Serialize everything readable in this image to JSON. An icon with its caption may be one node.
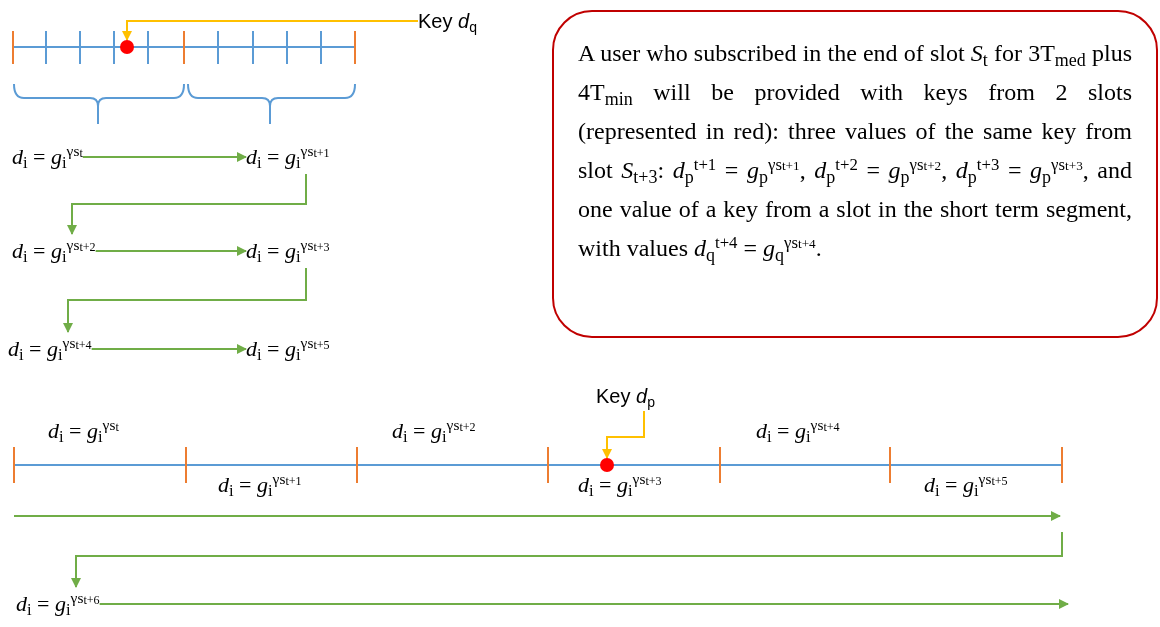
{
  "diagram": {
    "nodes": [
      {
        "text": [
          "Key *d*$_{q}$"
        ]
      },
      {
        "text": [],
        "shape": "circle"
      },
      {
        "text": [
          "*d*$_{i}$ = *g*$_{i}$$^{γs}$$_{t}$"
        ]
      },
      {
        "text": [
          "*d*$_{i}$ = *g*$_{i}$$^{γs}$$_{t+1}$"
        ]
      },
      {
        "text": [
          "*d*$_{i}$ = *g*$_{i}$$^{γs}$$_{t+2}$"
        ]
      },
      {
        "text": [
          "*d*$_{i}$ = *g*$_{i}$$^{γs}$$_{t+3}$"
        ]
      },
      {
        "text": [
          "*d*$_{i}$ = *g*$_{i}$$^{γs}$$_{t+4}$"
        ]
      },
      {
        "text": [
          "*d*$_{i}$ = *g*$_{i}$$^{γs}$$_{t+5}$"
        ]
      },
      {
        "text": [
          "A user who subscribed in the end of slot *S*$_{t}$ for 3T$_{med}$ plus 4T$_{min}$ will be provided with keys from 2 slots (represented in red): three values of the same key from slot *S*$_{t+3}$: *d*$_{p}$$^{t+1}$ = *g*$_{p}$$^{γs}$$_{t+1}$, *d*$_{p}$$^{t+2}$ = *g*$_{p}$$^{γs}$$_{t+2}$, *d*$_{p}$$^{t+3}$ = *g*$_{p}$$^{γs}$$_{t+3}$, and one value of a key from a slot in the short term segment, with values *d*$_{q}$$^{t+4}$ = *g*$_{q}$$^{γs}$$_{t+4}$."
        ]
      },
      {
        "text": [
          "Key *d*$_{p}$"
        ]
      },
      {
        "text": [],
        "shape": "circle"
      },
      {
        "text": [
          "*d*$_{i}$ = *g*$_{i}$$^{γs}$$_{t+6}$"
        ]
      }
    ],
    "edges": [
      {
        "from": 0,
        "to": 1,
        "arrow": "to",
        "color": "#ffc000"
      },
      {
        "from": 2,
        "to": 3,
        "arrow": "to"
      },
      {
        "from": 3,
        "to": 4,
        "arrow": "to"
      },
      {
        "from": 4,
        "to": 5,
        "arrow": "to"
      },
      {
        "from": 5,
        "to": 6,
        "arrow": "to"
      },
      {
        "from": 6,
        "to": 7,
        "arrow": "to"
      },
      {
        "from": 9,
        "to": 10,
        "arrow": "to",
        "color": "#ffc000"
      },
      {
        "from": null,
        "to": 11,
        "arrow": "to"
      },
      {
        "from": 11,
        "to": null,
        "arrow": "to"
      }
    ],
    "labels": [
      "*d*$_{i}$ = *g*$_{i}$$^{γs}$$_{t}$",
      "*d*$_{i}$ = *g*$_{i}$$^{γs}$$_{t+1}$",
      "*d*$_{i}$ = *g*$_{i}$$^{γs}$$_{t+2}$",
      "*d*$_{i}$ = *g*$_{i}$$^{γs}$$_{t+3}$",
      "*d*$_{i}$ = *g*$_{i}$$^{γs}$$_{t+4}$",
      "*d*$_{i}$ = *g*$_{i}$$^{γs}$$_{t+5}$"
    ]
  }
}
